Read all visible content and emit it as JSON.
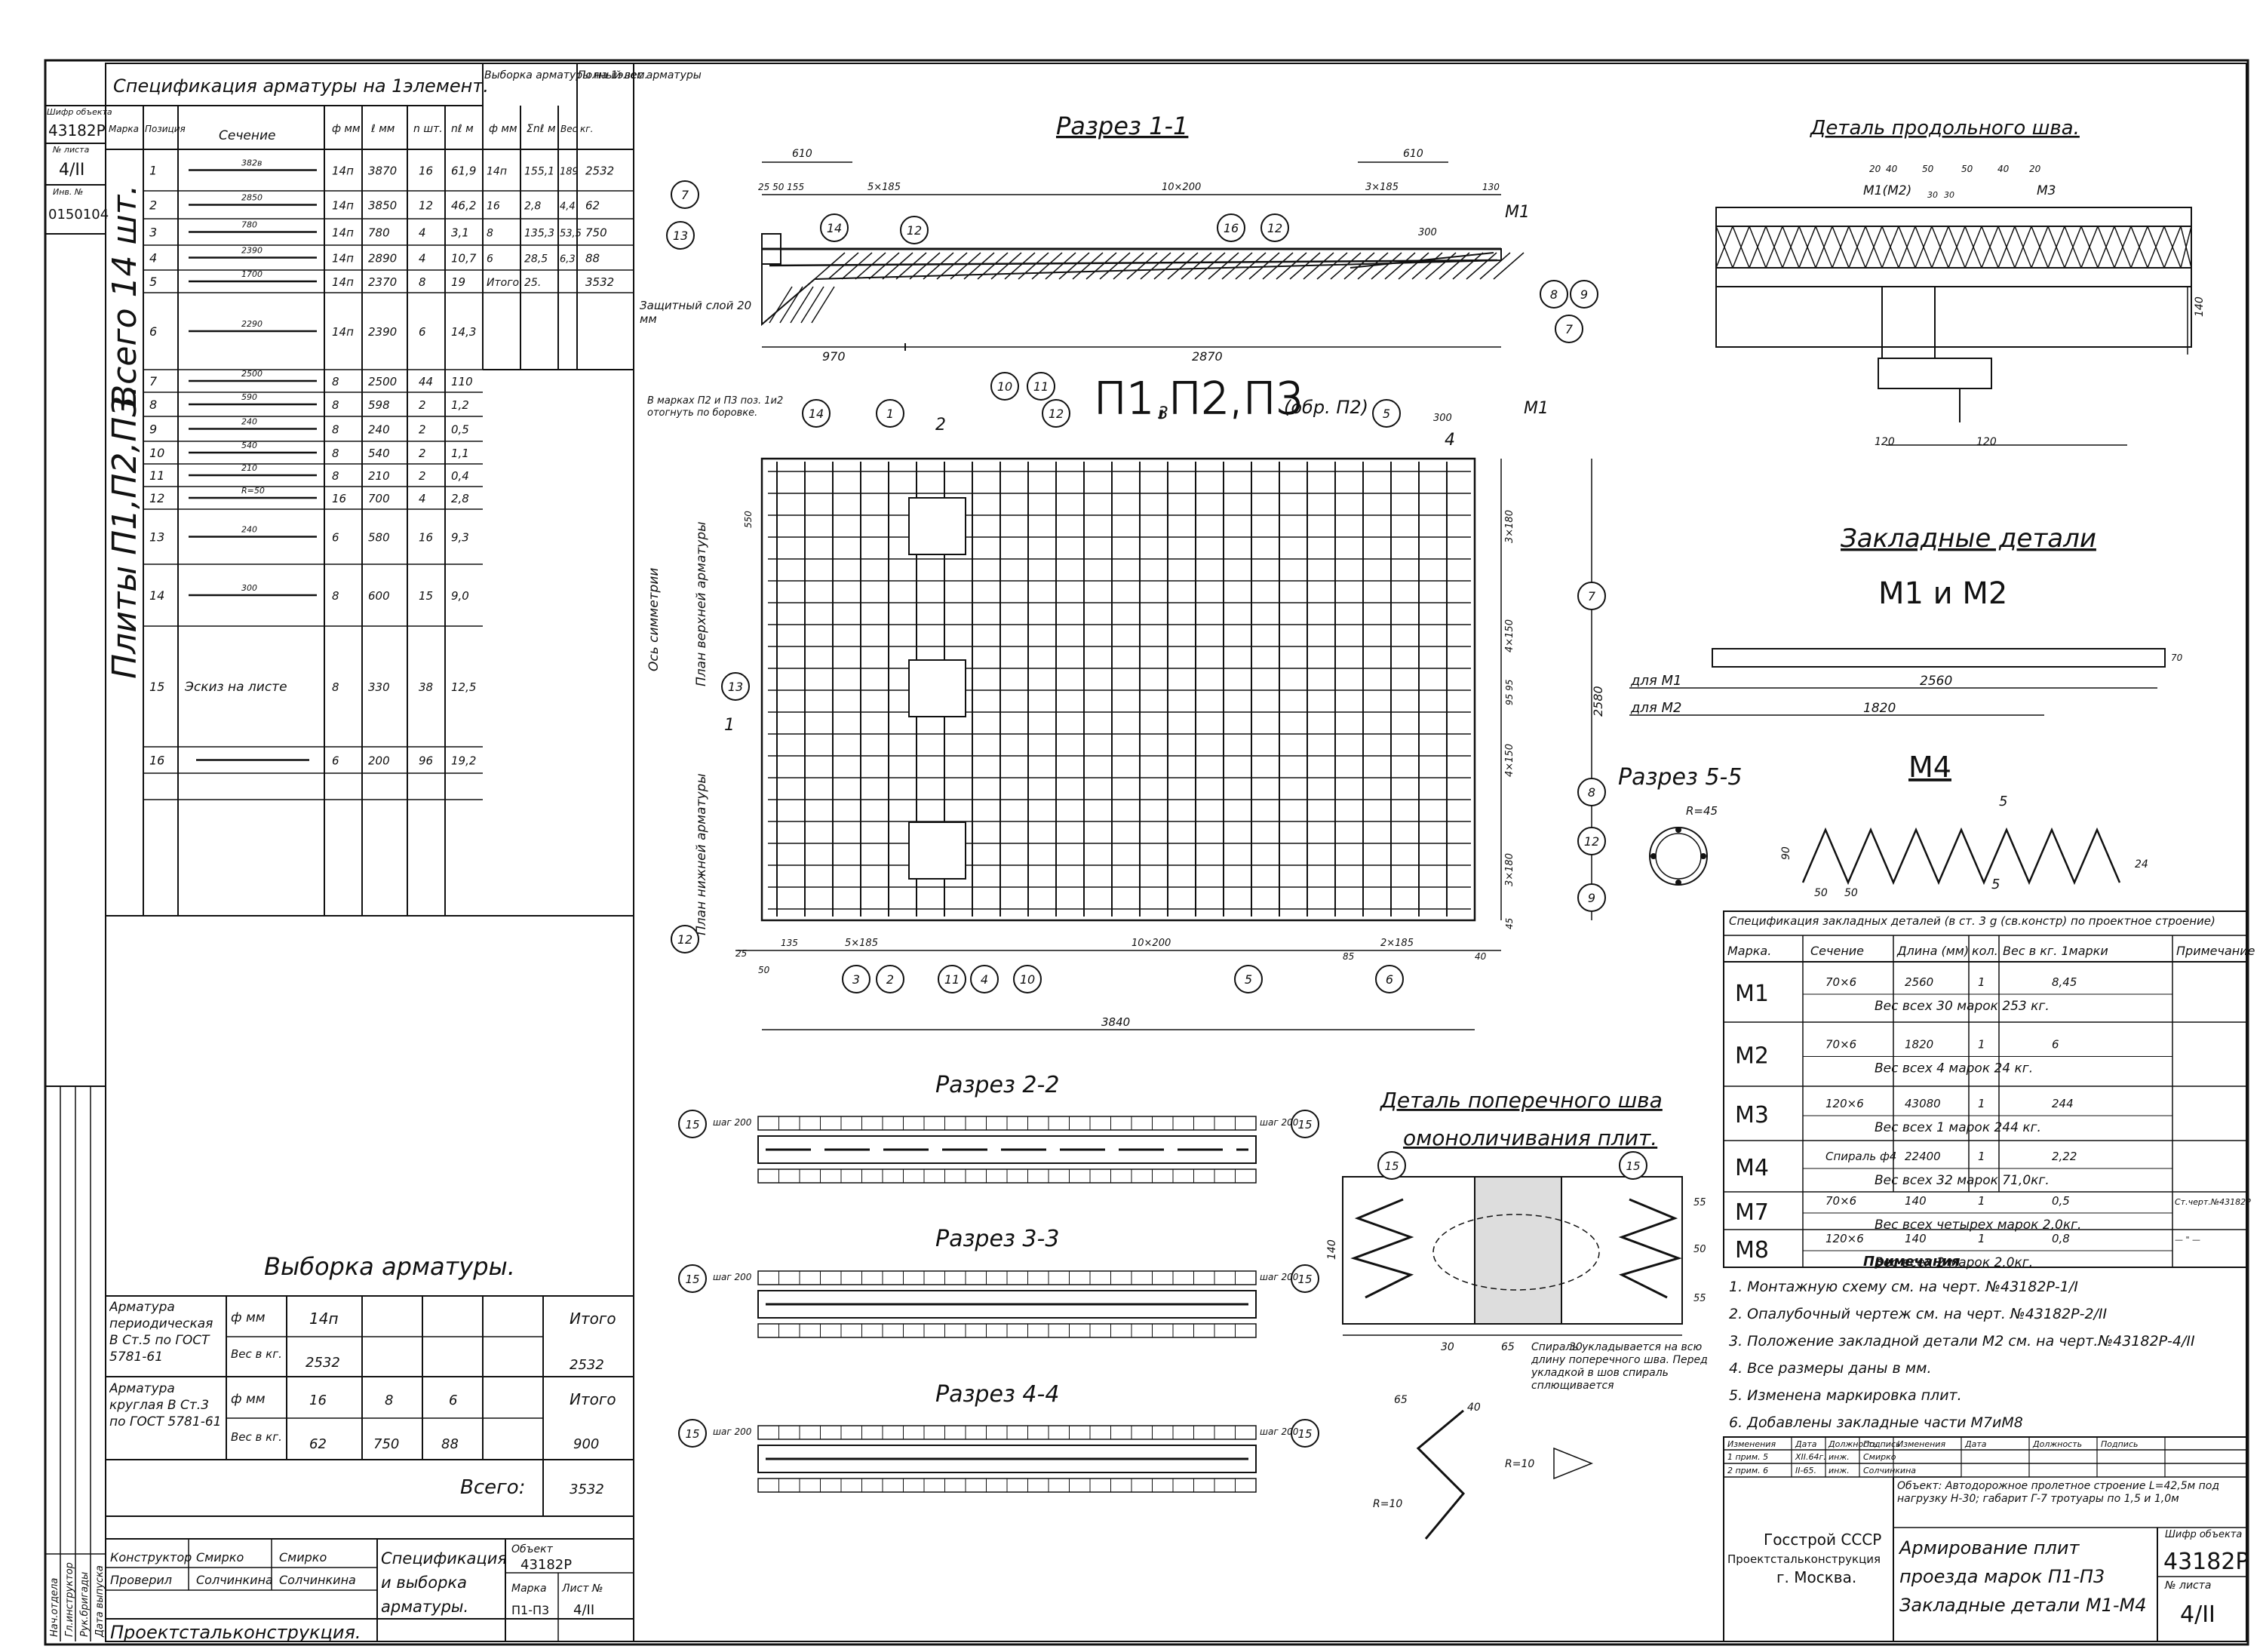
{
  "spec": {
    "title": "Спецификация арматуры на 1элемент.",
    "selection_header": "Выборка арматуры на 1элем.",
    "weight_header": "Полный вес арматуры",
    "headers": [
      "Марка",
      "Позиция",
      "Сечение",
      "ф мм",
      "ℓ мм",
      "n шт.",
      "nℓ м",
      "ф мм",
      "Σnℓ м",
      "Вес кг.",
      "Полный вес арматуры"
    ],
    "plate_label": "Плиты П1,П2,П3.",
    "count_label": "Всего 14 шт.",
    "rows": [
      {
        "pos": "1",
        "sketch": "382в",
        "d": "14п",
        "l": "3870",
        "n": "16",
        "nl": "61,9",
        "sd": "14п",
        "snl": "155,1",
        "w": "189",
        "tw": "2532"
      },
      {
        "pos": "2",
        "sketch": "2850",
        "d": "14п",
        "l": "3850",
        "n": "12",
        "nl": "46,2",
        "sd": "16",
        "snl": "2,8",
        "w": "4,4",
        "tw": "62"
      },
      {
        "pos": "3",
        "sketch": "780",
        "d": "14п",
        "l": "780",
        "n": "4",
        "nl": "3,1",
        "sd": "8",
        "snl": "135,3",
        "w": "53,5",
        "tw": "750"
      },
      {
        "pos": "4",
        "sketch": "2390",
        "d": "14п",
        "l": "2890",
        "n": "4",
        "nl": "10,7",
        "sd": "6",
        "snl": "28,5",
        "w": "6,3",
        "tw": "88"
      },
      {
        "pos": "5",
        "sketch": "1700",
        "d": "14п",
        "l": "2370",
        "n": "8",
        "nl": "19",
        "sd": "Итого",
        "snl": "25.",
        "w": "",
        "tw": "3532"
      },
      {
        "pos": "6",
        "sketch": "2290",
        "d": "14п",
        "l": "2390",
        "n": "6",
        "nl": "14,3"
      },
      {
        "pos": "7",
        "sketch": "2500",
        "d": "8",
        "l": "2500",
        "n": "44",
        "nl": "110"
      },
      {
        "pos": "8",
        "sketch": "590",
        "d": "8",
        "l": "598",
        "n": "2",
        "nl": "1,2"
      },
      {
        "pos": "9",
        "sketch": "240",
        "d": "8",
        "l": "240",
        "n": "2",
        "nl": "0,5"
      },
      {
        "pos": "10",
        "sketch": "540",
        "d": "8",
        "l": "540",
        "n": "2",
        "nl": "1,1"
      },
      {
        "pos": "11",
        "sketch": "210",
        "d": "8",
        "l": "210",
        "n": "2",
        "nl": "0,4"
      },
      {
        "pos": "12",
        "sketch": "R=50",
        "d": "16",
        "l": "700",
        "n": "4",
        "nl": "2,8"
      },
      {
        "pos": "13",
        "sketch": "240",
        "d": "6",
        "l": "580",
        "n": "16",
        "nl": "9,3"
      },
      {
        "pos": "14",
        "sketch": "300",
        "d": "8",
        "l": "600",
        "n": "15",
        "nl": "9,0"
      },
      {
        "pos": "15",
        "sketch": "Эскиз на листе",
        "d": "8",
        "l": "330",
        "n": "38",
        "nl": "12,5"
      },
      {
        "pos": "16",
        "sketch": "",
        "d": "6",
        "l": "200",
        "n": "96",
        "nl": "19,2"
      }
    ]
  },
  "left_stamp": {
    "object_code_label": "Шифр объекта",
    "object_code": "43182Р",
    "sheet_label": "№ листа",
    "sheet": "4/II",
    "inv_label": "Инв. №",
    "inv": "0150104"
  },
  "selection": {
    "title": "Выборка арматуры.",
    "row1_label": "Арматура периодическая В Ст.5 по ГОСТ 5781-61",
    "row2_label": "Арматура круглая В Ст.3 по ГОСТ 5781-61",
    "d_label": "ф мм",
    "w_label": "Вес в кг.",
    "total_label": "Итого",
    "grand_label": "Всего:",
    "row1_d": "14п",
    "row1_w": "2532",
    "row1_total": "2532",
    "row2_d": [
      "16",
      "8",
      "6"
    ],
    "row2_w": [
      "62",
      "750",
      "88"
    ],
    "row2_total": "900",
    "grand_total": "3532"
  },
  "title_block_left": {
    "roles": [
      "Конструктор",
      "Проверил"
    ],
    "names": [
      "Смирко",
      "Солчинкина"
    ],
    "sheet_title": "Спецификация и выборка арматуры.",
    "org": "Проектстальконструкция.",
    "obj_label": "Объект",
    "obj": "43182Р",
    "mark_label": "Марка",
    "mark": "П1-П3",
    "list_label": "Лист №",
    "list": "4/II",
    "side_roles": [
      "Нач.отдела",
      "Гл.инструктор",
      "Рук.бригады",
      "Дата выпуска"
    ]
  },
  "section11": {
    "title": "Разрез 1-1",
    "dims_top": [
      "610",
      "610",
      "25 50 155",
      "5×185",
      "10×200",
      "3×185",
      "130",
      "300"
    ],
    "dims_bottom": [
      "970",
      "2870"
    ],
    "note": "Защитный слой 20 мм",
    "callouts": [
      "7",
      "13",
      "14",
      "12",
      "16",
      "12",
      "8",
      "9",
      "7",
      "10",
      "11"
    ],
    "m1": "М1"
  },
  "plan": {
    "title": "П1,П2,П3",
    "subtitle": "(обр. П2)",
    "note": "В марках П2 и П3 поз. 1и2 отогнуть по боровке.",
    "axis_label": "Ось симметрии",
    "upper_label": "План верхней арматуры",
    "lower_label": "План нижней арматуры",
    "dims_right": [
      "3×180",
      "4×150",
      "95 95",
      "4×150",
      "3×180",
      "45"
    ],
    "dim_total_h": "2580",
    "dims_bottom": [
      "25",
      "50",
      "135",
      "5×185",
      "10×200",
      "85",
      "2×185",
      "40"
    ],
    "dim_total_w": "3840",
    "dim_300": "300",
    "dim_550": "550",
    "m1": "М1",
    "callouts_top": [
      "14",
      "1",
      "12",
      "5"
    ],
    "callouts_right": [
      "7",
      "8",
      "12",
      "9"
    ],
    "callouts_left": [
      "13",
      "12"
    ],
    "callouts_bottom": [
      "3",
      "2",
      "11",
      "4",
      "10",
      "5",
      "6"
    ],
    "section_marks": [
      "1",
      "2",
      "3",
      "4"
    ]
  },
  "long_seam": {
    "title": "Деталь продольного шва.",
    "labels": [
      "М1(М2)",
      "М3"
    ],
    "dims_top": [
      "20",
      "40",
      "50",
      "50",
      "40",
      "20"
    ],
    "dims_mid": [
      "30",
      "30"
    ],
    "dims_bottom": [
      "120",
      "120"
    ],
    "dim_side": "140"
  },
  "embedded": {
    "title": "Закладные детали",
    "subtitle": "М1 и М2",
    "for_m1": "для М1",
    "for_m2": "для М2",
    "len_m1": "2560",
    "len_m2": "1820",
    "h": "70"
  },
  "section55": {
    "title": "Разрез 5-5",
    "r": "R=45"
  },
  "m4": {
    "title": "М4",
    "dims": [
      "50",
      "50",
      "90",
      "24"
    ],
    "mark": "5"
  },
  "emb_spec": {
    "title": "Спецификация закладных деталей (в ст. 3 g (св.констр) по проектное строение)",
    "headers": [
      "Марка.",
      "Сечение",
      "Длина (мм)",
      "кол.",
      "Вес в кг. 1марки",
      "Примечание"
    ],
    "rows": [
      {
        "mark": "М1",
        "sec": "70×6",
        "len": "2560",
        "qty": "1",
        "w": "8,45",
        "note": "",
        "total": "Вес всех 30 марок   253 кг."
      },
      {
        "mark": "М2",
        "sec": "70×6",
        "len": "1820",
        "qty": "1",
        "w": "6",
        "note": "",
        "total": "Вес всех 4 марок   24 кг."
      },
      {
        "mark": "М3",
        "sec": "120×6",
        "len": "43080",
        "qty": "1",
        "w": "244",
        "note": "",
        "total": "Вес всех 1 марок   244 кг."
      },
      {
        "mark": "М4",
        "sec": "Спираль ф4",
        "len": "22400",
        "qty": "1",
        "w": "2,22",
        "note": "",
        "total": "Вес всех 32 марок   71,0кг."
      },
      {
        "mark": "М7",
        "sec": "70×6",
        "len": "140",
        "qty": "1",
        "w": "0,5",
        "note": "Ст.черт.№43182Р",
        "total": "Вес всех четырех марок 2,0кг."
      },
      {
        "mark": "М8",
        "sec": "120×6",
        "len": "140",
        "qty": "1",
        "w": "0,8",
        "note": "— \" —",
        "total": "Вес всех 2 марок   2,0кг."
      }
    ]
  },
  "notes": {
    "title": "Примечания",
    "items": [
      "1. Монтажную схему см. на черт. №43182Р-1/I",
      "2. Опалубочный чертеж см. на черт. №43182Р-2/II",
      "3. Положение закладной детали М2 см. на черт.№43182Р-4/II",
      "4. Все размеры даны в мм.",
      "5. Изменена маркировка плит.",
      "6. Добавлены закладные части М7иМ8"
    ]
  },
  "sections": {
    "s22": "Разрез 2-2",
    "s33": "Разрез 3-3",
    "s44": "Разрез 4-4",
    "step": "шаг 200",
    "marker": "15"
  },
  "cross_seam": {
    "title": "Деталь поперечного шва",
    "title2": "омоноличивания плит.",
    "callouts": [
      "15",
      "15"
    ],
    "dims": [
      "30",
      "65",
      "30",
      "55",
      "50",
      "55",
      "140"
    ],
    "note": "Спираль укладывается на всю длину поперечного шва. Перед укладкой в шов спираль сплющивается",
    "r1": "R=10",
    "r2": "R=10",
    "d1": "65",
    "d2": "40"
  },
  "title_block_right": {
    "change_headers": [
      "Изменения",
      "Дата",
      "Должность",
      "Подпись",
      "Изменения",
      "Дата",
      "Должность",
      "Подпись"
    ],
    "changes": [
      [
        "1 прим. 5",
        "XII.64г.",
        "инж.",
        "Смирко"
      ],
      [
        "2 прим. 6",
        "II-65.",
        "инж.",
        "Солчинкина"
      ]
    ],
    "object": "Объект: Автодорожное пролетное строение L=42,5м под нагрузку Н-30; габарит Г-7 тротуары по 1,5 и 1,0м",
    "org1": "Госстрой СССР",
    "org2": "Проектстальконструкция",
    "city": "г. Москва.",
    "title1": "Армирование плит",
    "title2": "проезда марок П1-П3",
    "title3": "Закладные детали М1-М4",
    "code_label": "Шифр объекта",
    "code": "43182Р",
    "sheet_label": "№ листа",
    "sheet": "4/II"
  }
}
